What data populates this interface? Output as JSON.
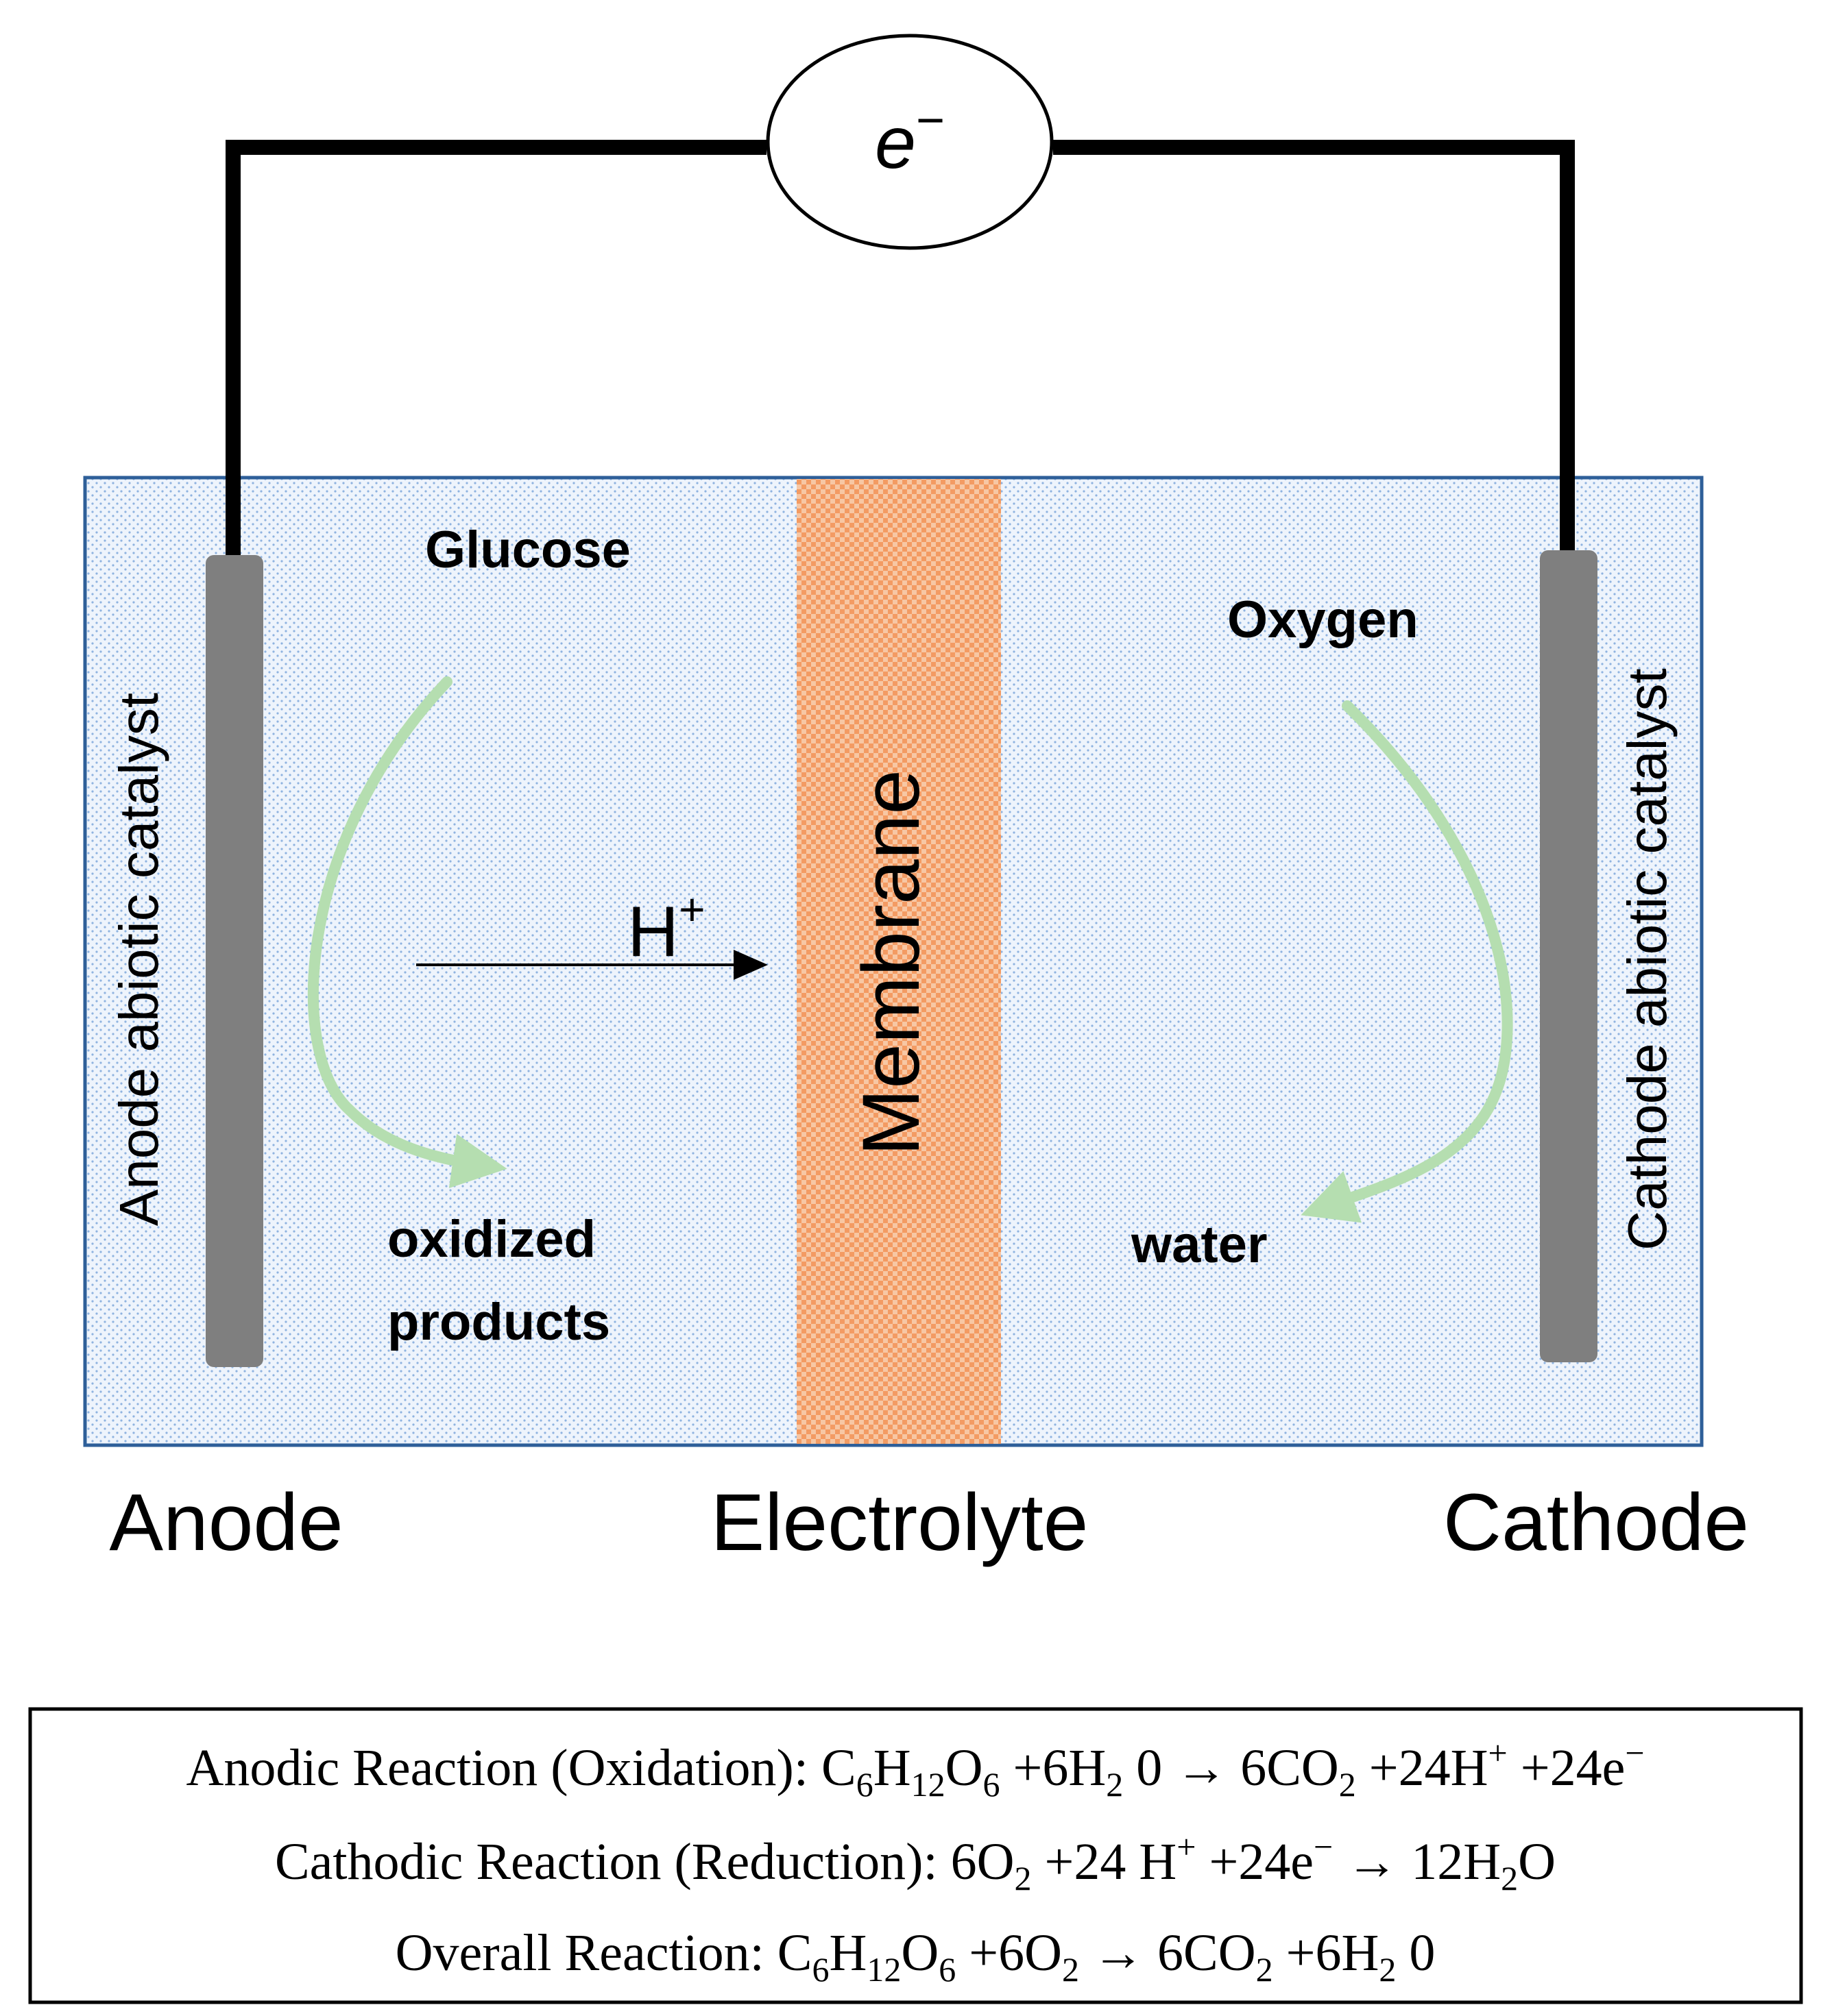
{
  "colors": {
    "electrolyte_fill": "#eef4fc",
    "electrolyte_dots": "#8fb3e0",
    "cell_border": "#2e5f99",
    "membrane_base": "#f7c7a4",
    "membrane_dots": "#f39b63",
    "electrode": "#7f7f7f",
    "wire": "#000000",
    "reaction_arrow": "#b5deb0"
  },
  "circuit": {
    "electron_label": "e",
    "electron_sup": "−"
  },
  "membrane": {
    "label": "Membrane"
  },
  "proton": {
    "label": "H",
    "sup": "+"
  },
  "anode_side": {
    "catalyst_label": "Anode abiotic catalyst",
    "reactant": "Glucose",
    "product_line1": "oxidized",
    "product_line2": "products"
  },
  "cathode_side": {
    "catalyst_label": "Cathode abiotic catalyst",
    "reactant": "Oxygen",
    "product": "water"
  },
  "bottom_labels": {
    "anode": "Anode",
    "electrolyte": "Electrolyte",
    "cathode": "Cathode"
  },
  "reactions": {
    "anodic": {
      "label": "Anodic Reaction (Oxidation):",
      "lhs": [
        "C",
        "6",
        "H",
        "12",
        "O",
        "6",
        " +6H",
        "2",
        " 0"
      ],
      "arrow": "→",
      "rhs": [
        "6CO",
        "2",
        " +24H",
        "+",
        " +24e",
        "−"
      ]
    },
    "cathodic": {
      "label": "Cathodic Reaction (Reduction):",
      "lhs": [
        "6O",
        "2",
        " +24 H",
        "+",
        " +24e",
        "−"
      ],
      "arrow": "→",
      "rhs": [
        "12H",
        "2",
        "O"
      ]
    },
    "overall": {
      "label": "Overall Reaction:",
      "lhs": [
        "C",
        "6",
        "H",
        "12",
        "O",
        "6",
        " +6O",
        "2"
      ],
      "arrow": "→",
      "rhs": [
        "6CO",
        "2",
        " +6H",
        "2",
        " 0"
      ]
    }
  }
}
